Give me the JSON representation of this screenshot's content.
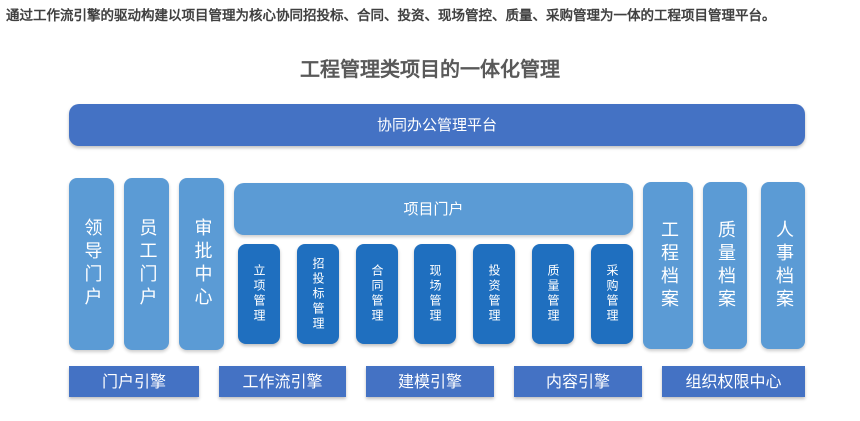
{
  "caption": "通过工作流引擎的驱动构建以项目管理为核心协同招投标、合同、投资、现场管控、质量、采购管理为一体的工程项目管理平台。",
  "title": "工程管理类项目的一体化管理",
  "platform": "协同办公管理平台",
  "left_columns": [
    "领导门户",
    "员工门户",
    "审批中心"
  ],
  "project_portal": "项目门户",
  "modules": [
    "立项管理",
    "招投标管理",
    "合同管理",
    "现场管理",
    "投资管理",
    "质量管理",
    "采购管理"
  ],
  "right_columns": [
    "工程档案",
    "质量档案",
    "人事档案"
  ],
  "engines": [
    "门户引擎",
    "工作流引擎",
    "建模引擎",
    "内容引擎",
    "组织权限中心"
  ]
}
